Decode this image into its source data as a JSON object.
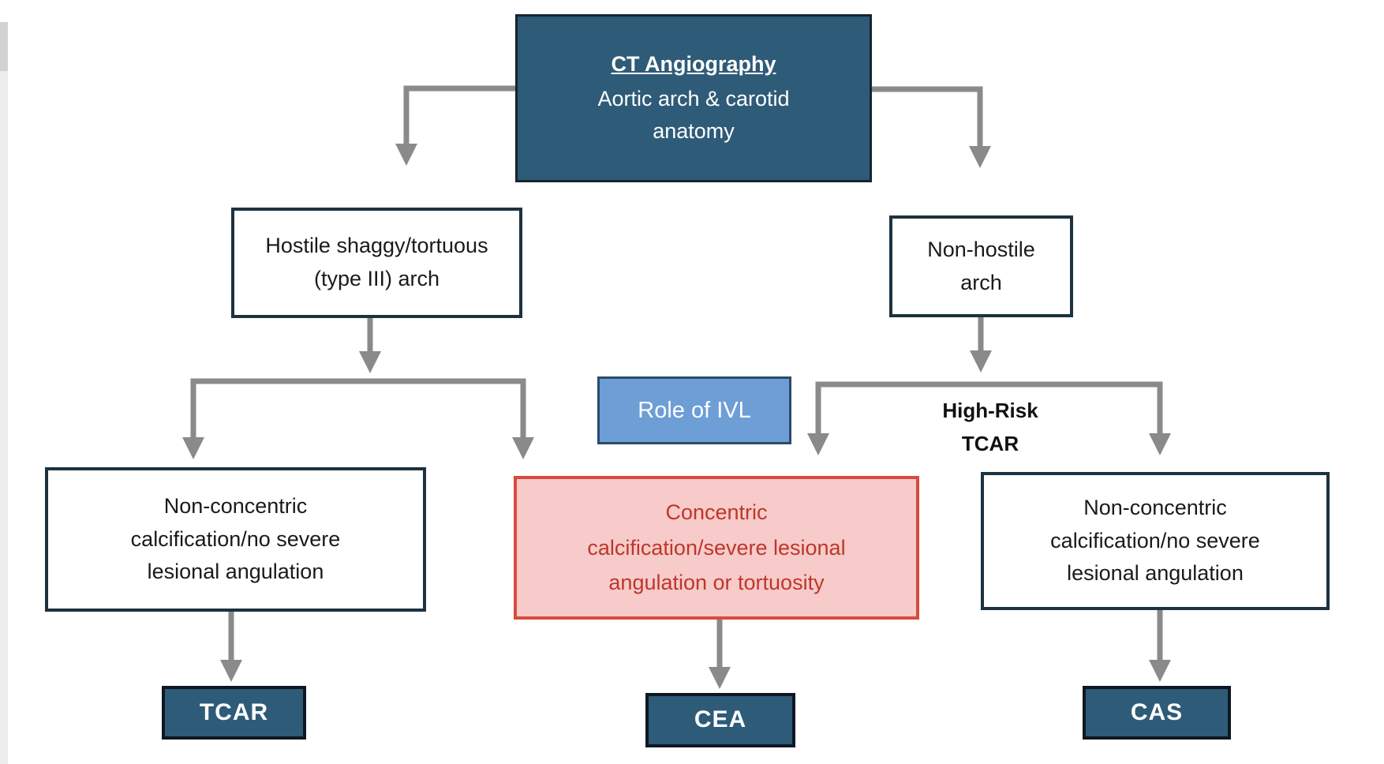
{
  "colors": {
    "node_fill_dark_blue": "#2E5B78",
    "node_border_navy": "#1D3240",
    "root_border": "#16242F",
    "outcome_border_black": "#0E1822",
    "ivl_fill_blue": "#6D9ED6",
    "ivl_border": "#2C4A6B",
    "warning_fill_pink": "#F6CBC9",
    "warning_border_red": "#D84B3F",
    "warning_text_red": "#BE362C",
    "arrow_gray": "#8A8A8A",
    "text_black": "#1A1A1A"
  },
  "nodes": {
    "ct_angiography": {
      "title": "CT Angiography",
      "subtitle_line1": "Aortic arch & carotid",
      "subtitle_line2": "anatomy"
    },
    "hostile_arch": {
      "line1": "Hostile shaggy/tortuous",
      "line2": "(type III) arch"
    },
    "non_hostile_arch": {
      "line1": "Non-hostile",
      "line2": "arch"
    },
    "role_of_ivl": {
      "label": "Role of IVL"
    },
    "high_risk_tcar": {
      "line1": "High-Risk",
      "line2": "TCAR"
    },
    "non_concentric_left": {
      "line1": "Non-concentric",
      "line2": "calcification/no severe",
      "line3": "lesional angulation"
    },
    "concentric": {
      "line1": "Concentric",
      "line2": "calcification/severe lesional",
      "line3": "angulation or tortuosity"
    },
    "non_concentric_right": {
      "line1": "Non-concentric",
      "line2": "calcification/no severe",
      "line3": "lesional angulation"
    },
    "tcar": {
      "label": "TCAR"
    },
    "cea": {
      "label": "CEA"
    },
    "cas": {
      "label": "CAS"
    }
  }
}
